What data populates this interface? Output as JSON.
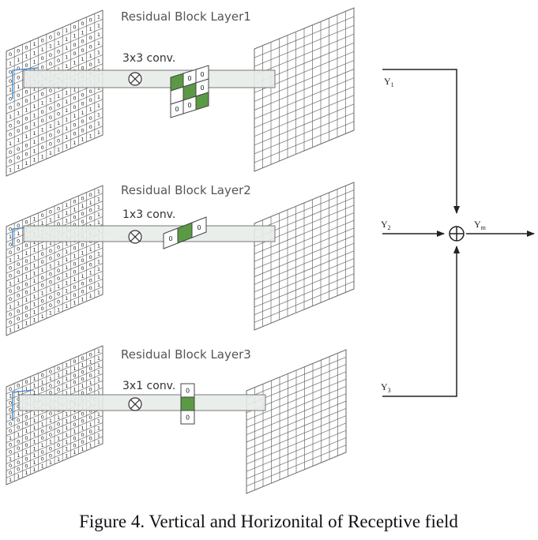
{
  "layers": [
    {
      "title": "Residual Block Layer1",
      "conv_label": "3x3 conv.",
      "kernel": {
        "rows": 3,
        "cols": 3,
        "cells": [
          "",
          "0",
          "0",
          "",
          "",
          "0",
          "0",
          "0",
          ""
        ],
        "green": [
          0,
          4,
          8
        ]
      },
      "output": "Y1"
    },
    {
      "title": "Residual Block Layer2",
      "conv_label": "1x3 conv.",
      "kernel": {
        "rows": 1,
        "cols": 3,
        "cells": [
          "0",
          "",
          "0"
        ],
        "green": [
          1
        ]
      },
      "output": "Y2"
    },
    {
      "title": "Residual Block Layer3",
      "conv_label": "3x1 conv.",
      "kernel": {
        "rows": 3,
        "cols": 1,
        "cells": [
          "0",
          "",
          "0"
        ],
        "green": [
          1
        ]
      },
      "output": "Y3"
    }
  ],
  "outputs": {
    "y1": {
      "main": "Y",
      "sub": "1"
    },
    "y2": {
      "main": "Y",
      "sub": "2"
    },
    "y3": {
      "main": "Y",
      "sub": "3"
    },
    "ym": {
      "main": "Y",
      "sub": "m"
    }
  },
  "input_matrix_values": [
    "0",
    "1",
    "0",
    "1",
    "1",
    "0",
    "0",
    "1",
    "0",
    "0",
    "1",
    "1"
  ],
  "multiply_symbol": "⊗",
  "sum_symbol": "⊕",
  "colors": {
    "line": "#555555",
    "grid": "#6a6a6a",
    "green": "#5a9a45",
    "frame": "#4a8fd0",
    "bar": "#e8ece8"
  },
  "caption": "Figure 4. Vertical and Horizonital of Receptive field"
}
